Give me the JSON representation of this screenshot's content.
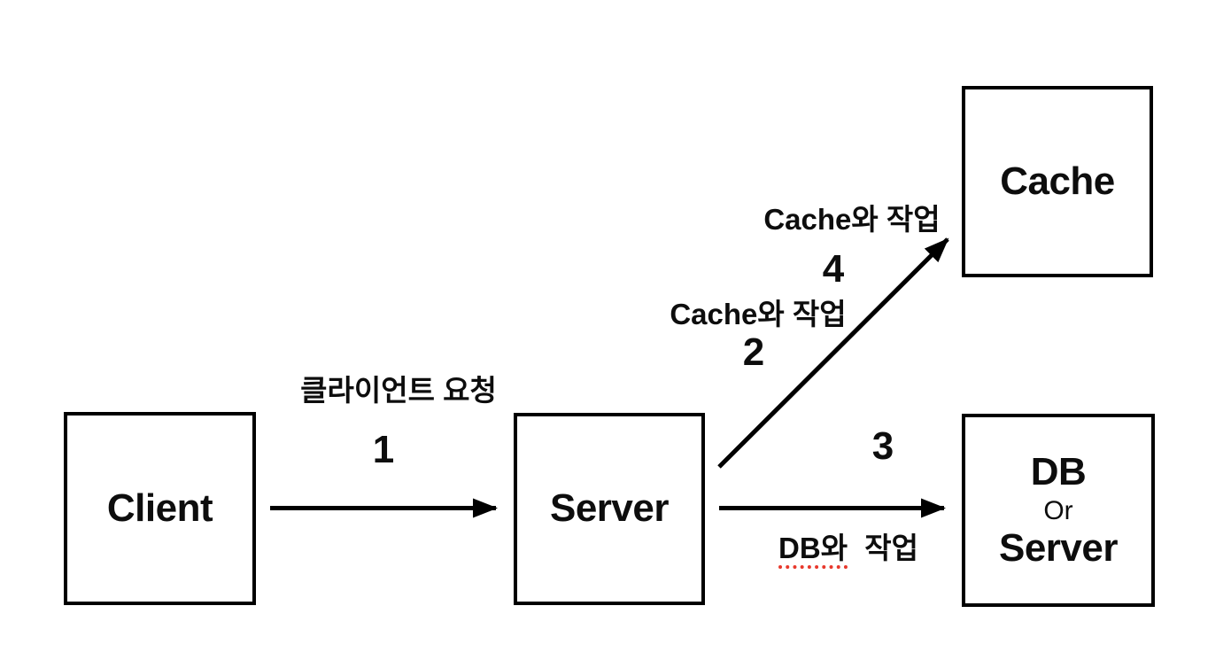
{
  "canvas": {
    "background": "#ffffff",
    "line_color": "#000000",
    "text_color": "#0d0d0d",
    "spellcheck_underline_color": "#e8382c"
  },
  "nodes": {
    "client": {
      "label": "Client"
    },
    "server": {
      "label": "Server"
    },
    "cache": {
      "label": "Cache"
    },
    "db": {
      "label_line1": "DB",
      "label_line2": "Or",
      "label_line3": "Server"
    }
  },
  "edges": {
    "client_request": {
      "label": "클라이언트 요청",
      "step": "1"
    },
    "cache_work_step2": {
      "label": "Cache와 작업",
      "step": "2"
    },
    "db_work": {
      "label_underlined": "DB와",
      "label_rest": "작업",
      "step": "3"
    },
    "cache_work_step4": {
      "label": "Cache와 작업",
      "step": "4"
    }
  }
}
